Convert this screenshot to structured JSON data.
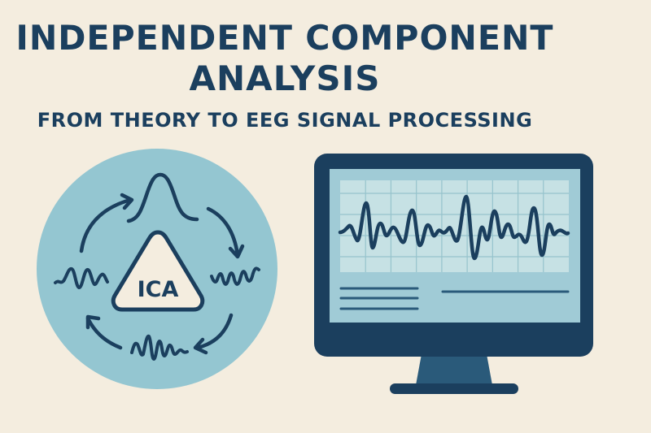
{
  "title": {
    "line1": "INDEPENDENT COMPONENT",
    "line2": "ANALYSIS",
    "subtitle": "FROM THEORY TO EEG SIGNAL PROCESSING"
  },
  "ica_diagram": {
    "center_label": "ICA",
    "icons": [
      "gaussian-peak-icon",
      "signal-wave-left-icon",
      "signal-wave-right-icon",
      "signal-wave-bottom-icon",
      "cycle-arrow-icon"
    ]
  },
  "monitor": {
    "screen_content": "eeg-waveform",
    "text_placeholder_lines": 4
  },
  "colors": {
    "background": "#f4eddf",
    "navy": "#1b3f5e",
    "circle": "#94c6d1",
    "screen": "#a0cbd6",
    "grid_bg": "#c6e1e4",
    "grid_line": "#96c3cc",
    "stand": "#2a5a7a",
    "triangle_fill": "#f4eddf"
  }
}
